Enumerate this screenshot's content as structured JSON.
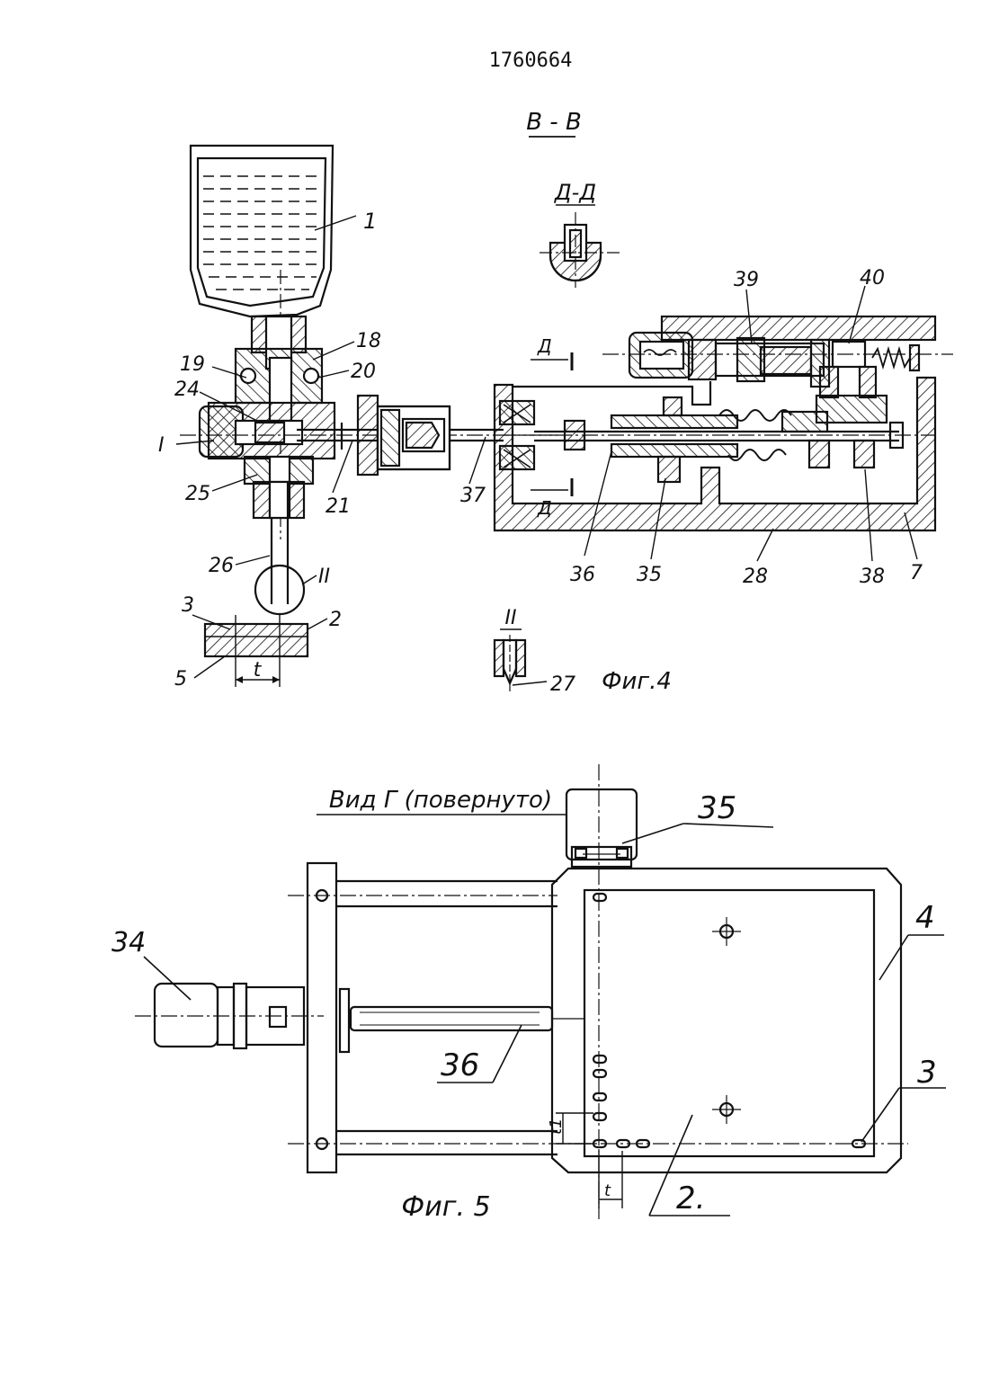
{
  "patent_number": "1760664",
  "fig4": {
    "section_title": "В - В",
    "subsection_title": "Д-Д",
    "detail_mark": "II",
    "caption": "Фиг.4",
    "dim_t": "t",
    "cut_mark_top": "Д",
    "cut_mark_bottom": "Д",
    "labels": {
      "l1": "1",
      "l18": "18",
      "l19": "19",
      "l20": "20",
      "l24": "24",
      "lI": "I",
      "l25": "25",
      "l21": "21",
      "l26": "26",
      "lII": "II",
      "l3": "3",
      "l2": "2",
      "l5": "5",
      "l37": "37",
      "l36": "36",
      "l35": "35",
      "l28": "28",
      "l38": "38",
      "l7": "7",
      "l39": "39",
      "l40": "40",
      "l27": "27"
    }
  },
  "fig5": {
    "view_title": "Вид Г (повернуто)",
    "caption": "Фиг. 5",
    "dim_t": "t",
    "dim_t1": "t1",
    "labels": {
      "l35": "35",
      "l34": "34",
      "l36": "36",
      "l4": "4",
      "l3": "3",
      "l2": "2."
    }
  }
}
